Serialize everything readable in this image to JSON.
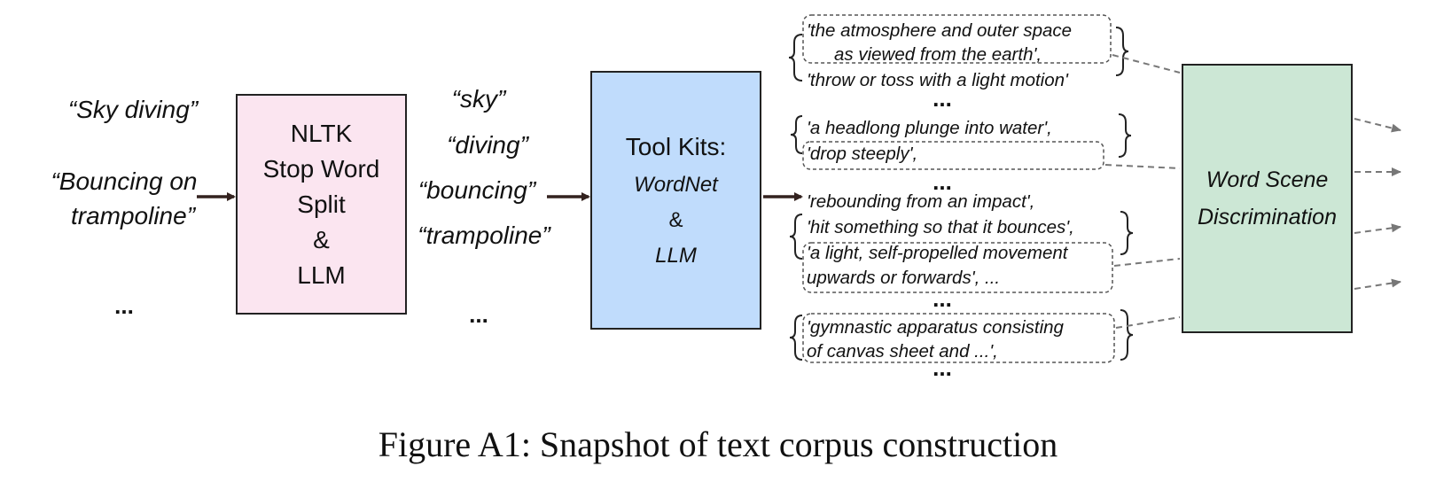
{
  "inputs": {
    "phrase_1": "“Sky diving”",
    "phrase_2_line1": "“Bouncing on",
    "phrase_2_line2": "trampoline”",
    "ellipsis": "..."
  },
  "nltk_box": {
    "line1": "NLTK",
    "line2": "Stop Word",
    "line3": "Split",
    "line4": "&",
    "line5": "LLM"
  },
  "words": {
    "items": [
      "“sky”",
      "“diving”",
      "“bouncing”",
      "“trampoline”"
    ],
    "ellipsis": "..."
  },
  "toolkit_box": {
    "title": "Tool Kits:",
    "tool1": "WordNet",
    "amp": "&",
    "tool2": "LLM"
  },
  "definitions": {
    "group1": [
      "'the atmosphere and outer space",
      "as viewed from the earth',",
      "'throw or toss with a light motion'"
    ],
    "group2": [
      "'a headlong plunge into water',",
      "'drop steeply',"
    ],
    "group3": [
      "'rebounding from an impact',",
      "'hit something so that it bounces',",
      "'a light, self-propelled movement",
      "upwards or forwards', ..."
    ],
    "group4": [
      "'gymnastic apparatus consisting",
      "of canvas sheet and ...',"
    ],
    "ellipsis": "..."
  },
  "scene_box": {
    "line1": "Word Scene",
    "line2": "Discrimination"
  },
  "caption": "Figure A1: Snapshot of text corpus construction",
  "colors": {
    "nltk_fill": "#fbe5f0",
    "toolkit_fill": "#c0dcfc",
    "scene_fill": "#cce7d5",
    "arrow": "#33221f",
    "dashed": "#777777"
  }
}
